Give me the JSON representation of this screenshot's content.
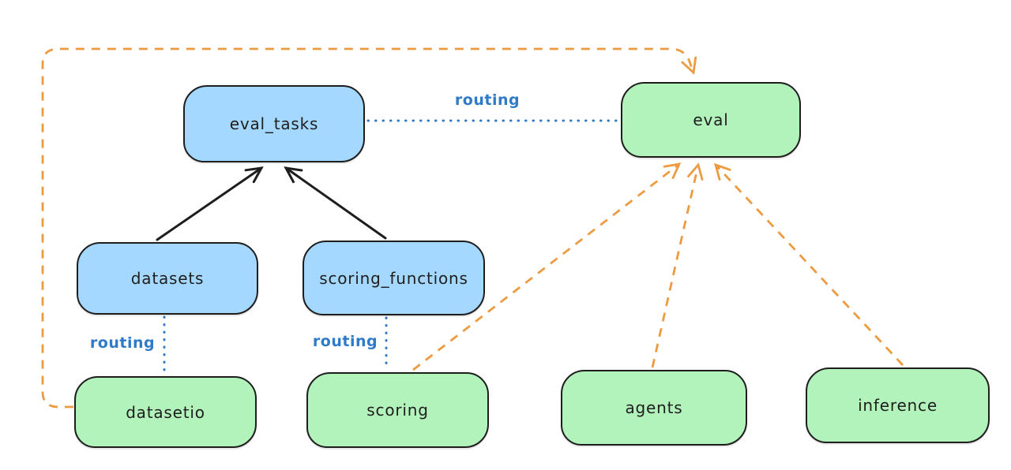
{
  "diagram": {
    "nodes": {
      "eval_tasks": {
        "label": "eval_tasks",
        "fill": "blue"
      },
      "eval": {
        "label": "eval",
        "fill": "green"
      },
      "datasets": {
        "label": "datasets",
        "fill": "blue"
      },
      "scoring_functions": {
        "label": "scoring_functions",
        "fill": "blue"
      },
      "datasetio": {
        "label": "datasetio",
        "fill": "green"
      },
      "scoring": {
        "label": "scoring",
        "fill": "green"
      },
      "agents": {
        "label": "agents",
        "fill": "green"
      },
      "inference": {
        "label": "inference",
        "fill": "green"
      }
    },
    "edge_labels": {
      "eval_tasks_to_eval": "routing",
      "datasets_to_datasetio": "routing",
      "scoring_functions_to_scoring": "routing"
    },
    "colors": {
      "canvas_background": "#ffffff",
      "node_fill_blue": "#a5d8ff",
      "node_fill_green": "#b2f2bb",
      "node_border": "#1e1e1e",
      "routing_label_blue": "#2f7bc8",
      "dotted_line_blue": "#2f7bc8",
      "solid_arrow_black": "#1e1e1e",
      "dashed_arrow_orange": "#ed9b40"
    }
  }
}
